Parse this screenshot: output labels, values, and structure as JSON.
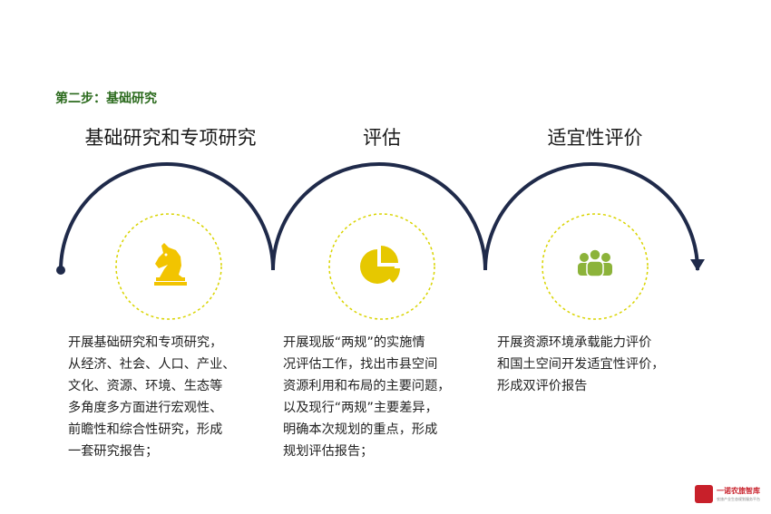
{
  "step_title": "第二步：基础研究",
  "columns": [
    {
      "title": "基础研究和专项研究",
      "icon": "chess-knight-icon",
      "desc": [
        "开展基础研究和专项研究，",
        "从经济、社会、人口、产业、",
        "文化、资源、环境、生态等",
        "多角度多方面进行宏观性、",
        "前瞻性和综合性研究，形成",
        "一套研究报告；"
      ]
    },
    {
      "title": "评估",
      "icon": "pie-chart-icon",
      "desc": [
        "开展现版“两规”的实施情",
        "况评估工作，找出市县空间",
        "资源利用和布局的主要问题，",
        "以及现行“两规”主要差异，",
        "明确本次规划的重点，形成",
        "规划评估报告；"
      ]
    },
    {
      "title": "适宜性评价",
      "icon": "people-group-icon",
      "desc": [
        "开展资源环境承载能力评价",
        "和国土空间开发适宜性评价，",
        "形成双评价报告"
      ]
    }
  ],
  "logo": {
    "name": "一诺农旅智库",
    "sub": "农旅产业生态规划服务平台"
  },
  "colors": {
    "arc": "#1f2a4a",
    "icon": "#f2c400",
    "icon_green": "#8cb33a",
    "dashed_ring": "#d9d400",
    "step_title": "#2b6a1d",
    "logo": "#c8202a"
  }
}
